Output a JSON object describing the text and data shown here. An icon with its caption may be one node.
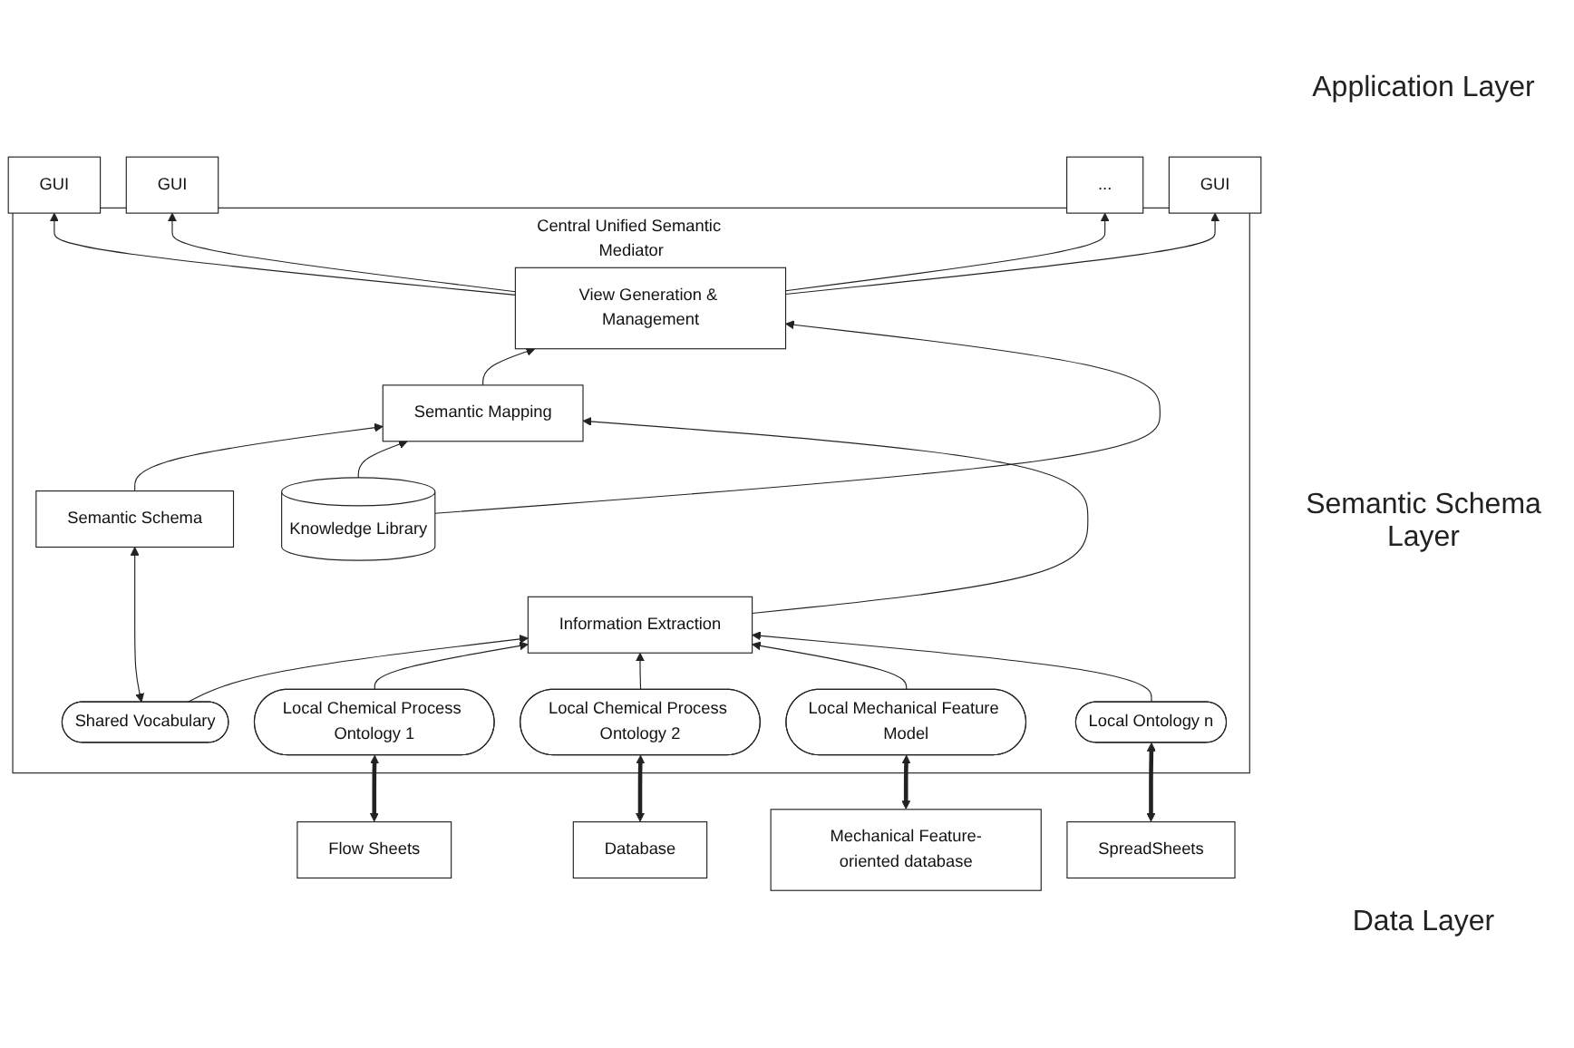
{
  "diagram": {
    "nodes": [
      {
        "text": [
          "GUI"
        ]
      },
      {
        "text": [
          "GUI"
        ]
      },
      {
        "text": [
          "..."
        ]
      },
      {
        "text": [
          "GUI"
        ]
      },
      {
        "text": [
          "Central Unified Semantic Mediator"
        ]
      },
      {
        "text": [
          "View Generation & Management"
        ],
        "in": 4
      },
      {
        "text": [
          "Semantic Schema"
        ],
        "in": 4
      },
      {
        "text": [
          "Semantic Mapping"
        ],
        "in": 4
      },
      {
        "text": [
          "Knowledge Library"
        ],
        "in": 4
      },
      {
        "text": [
          "Shared Vocabulary"
        ],
        "in": 4
      },
      {
        "text": [
          "Information Extraction"
        ],
        "in": 4
      },
      {
        "text": [
          "Local Chemical Process Ontology 1"
        ],
        "in": 4
      },
      {
        "text": [
          "Local Chemical Process Ontology 2"
        ],
        "in": 4
      },
      {
        "text": [
          "Local Mechanical Feature Model"
        ],
        "in": 4
      },
      {
        "text": [
          "Local Ontology n"
        ],
        "in": 4
      },
      {
        "text": [
          "Flow Sheets"
        ]
      },
      {
        "text": [
          "Database"
        ]
      },
      {
        "text": [
          "Mechanical Feature-oriented database"
        ]
      },
      {
        "text": [
          "SpreadSheets"
        ]
      }
    ],
    "edges": [
      {
        "from": 5,
        "to": 0,
        "arrow": "to"
      },
      {
        "from": 5,
        "to": 1,
        "arrow": "to"
      },
      {
        "from": 5,
        "to": 2,
        "arrow": "to"
      },
      {
        "from": 5,
        "to": 3,
        "arrow": "to"
      },
      {
        "from": 7,
        "to": 5,
        "arrow": "to"
      },
      {
        "from": 8,
        "to": 5,
        "arrow": "to"
      },
      {
        "from": 6,
        "to": 7,
        "arrow": "to"
      },
      {
        "from": 8,
        "to": 7,
        "arrow": "to"
      },
      {
        "from": 9,
        "to": 6,
        "arrow": "both"
      },
      {
        "from": 9,
        "to": 10,
        "arrow": "to"
      },
      {
        "from": 10,
        "to": 7,
        "arrow": "to"
      },
      {
        "from": 11,
        "to": 10,
        "arrow": "to"
      },
      {
        "from": 12,
        "to": 10,
        "arrow": "to"
      },
      {
        "from": 13,
        "to": 10,
        "arrow": "to"
      },
      {
        "from": 14,
        "to": 10,
        "arrow": "to"
      },
      {
        "from": 15,
        "to": 11,
        "arrow": "both",
        "style": "thick"
      },
      {
        "from": 16,
        "to": 12,
        "arrow": "both",
        "style": "thick"
      },
      {
        "from": 17,
        "to": 13,
        "arrow": "both",
        "style": "thick"
      },
      {
        "from": 18,
        "to": 14,
        "arrow": "both",
        "style": "thick"
      }
    ],
    "labels": [
      "Application Layer",
      "Semantic Schema Layer",
      "Data Layer"
    ]
  }
}
